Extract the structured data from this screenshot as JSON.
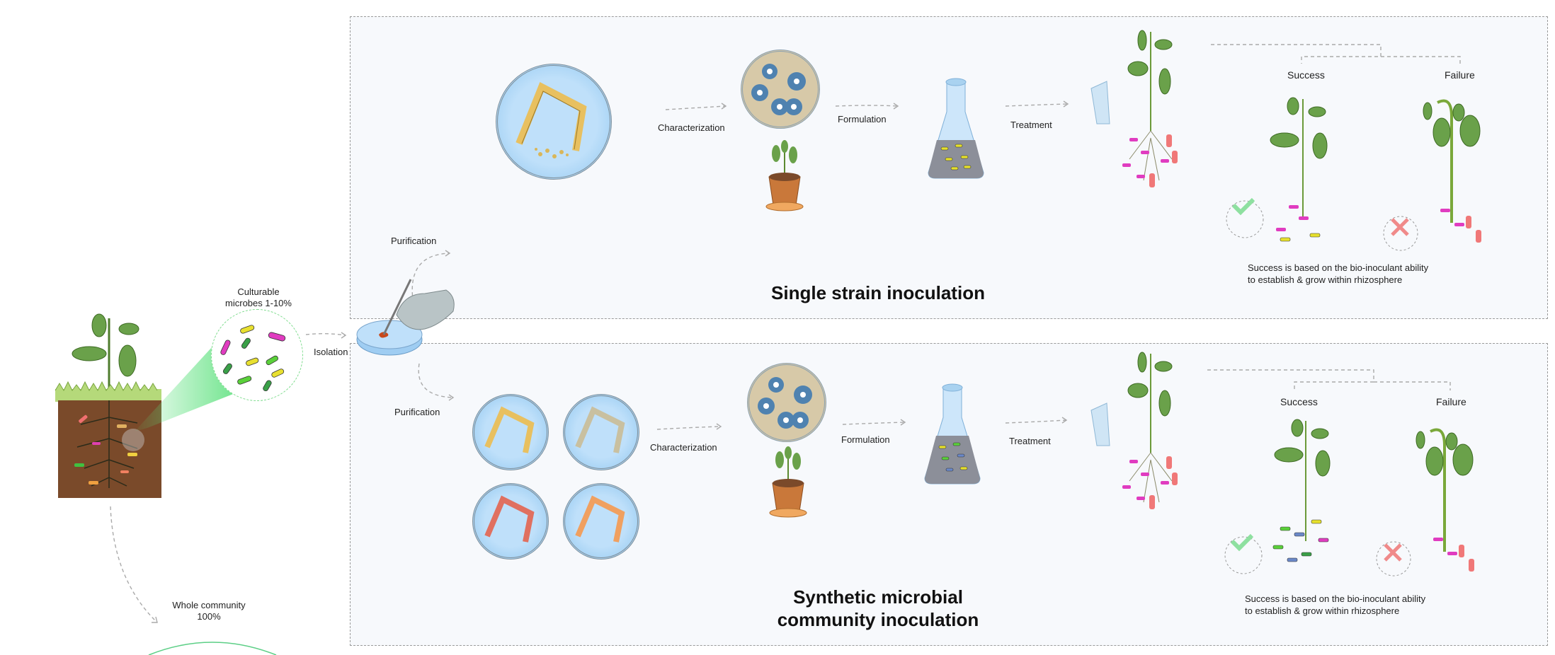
{
  "soil_sample": {
    "culturable_label_line1": "Culturable",
    "culturable_label_line2": "microbes 1-10%",
    "whole_label_line1": "Whole community",
    "whole_label_line2": "100%"
  },
  "steps": {
    "isolation": "Isolation",
    "purification": "Purification",
    "characterization": "Characterization",
    "formulation": "Formulation",
    "treatment": "Treatment"
  },
  "panels": [
    {
      "id": "single",
      "title_line1": "Single strain inoculation",
      "title_line2": "",
      "outcome_success": "Success",
      "outcome_failure": "Failure",
      "note_line1": "Success is based on the  bio-inoculant ability",
      "note_line2": "to establish & grow within rhizosphere"
    },
    {
      "id": "synthetic",
      "title_line1": "Synthetic microbial",
      "title_line2": "community inoculation",
      "outcome_success": "Success",
      "outcome_failure": "Failure",
      "note_line1": "Success is based on the  bio-inoculant ability",
      "note_line2": "to establish & grow within rhizosphere"
    }
  ],
  "colors": {
    "panel_bg": "#f7f9fc",
    "plant_green": "#5f9a3e",
    "soil_brown": "#7a4a2a",
    "petri_blue": "#a9d2f0",
    "success_green": "#8ee0a0",
    "failure_red": "#f08a8a"
  }
}
